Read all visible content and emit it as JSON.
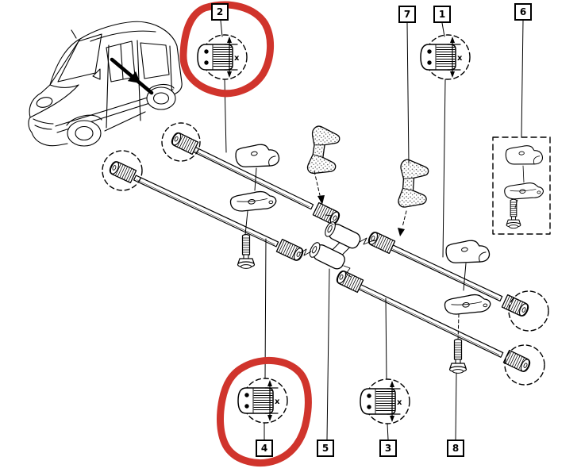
{
  "figure": {
    "callouts": [
      {
        "label": "2",
        "highlighted": true
      },
      {
        "label": "7",
        "highlighted": false
      },
      {
        "label": "1",
        "highlighted": false
      },
      {
        "label": "6",
        "highlighted": false
      },
      {
        "label": "4",
        "highlighted": true
      },
      {
        "label": "5",
        "highlighted": false
      },
      {
        "label": "3",
        "highlighted": false
      },
      {
        "label": "8",
        "highlighted": false
      }
    ],
    "dimension_label": "x",
    "colors": {
      "line": "#000000",
      "highlight": "#d0342c",
      "background": "#ffffff"
    }
  }
}
